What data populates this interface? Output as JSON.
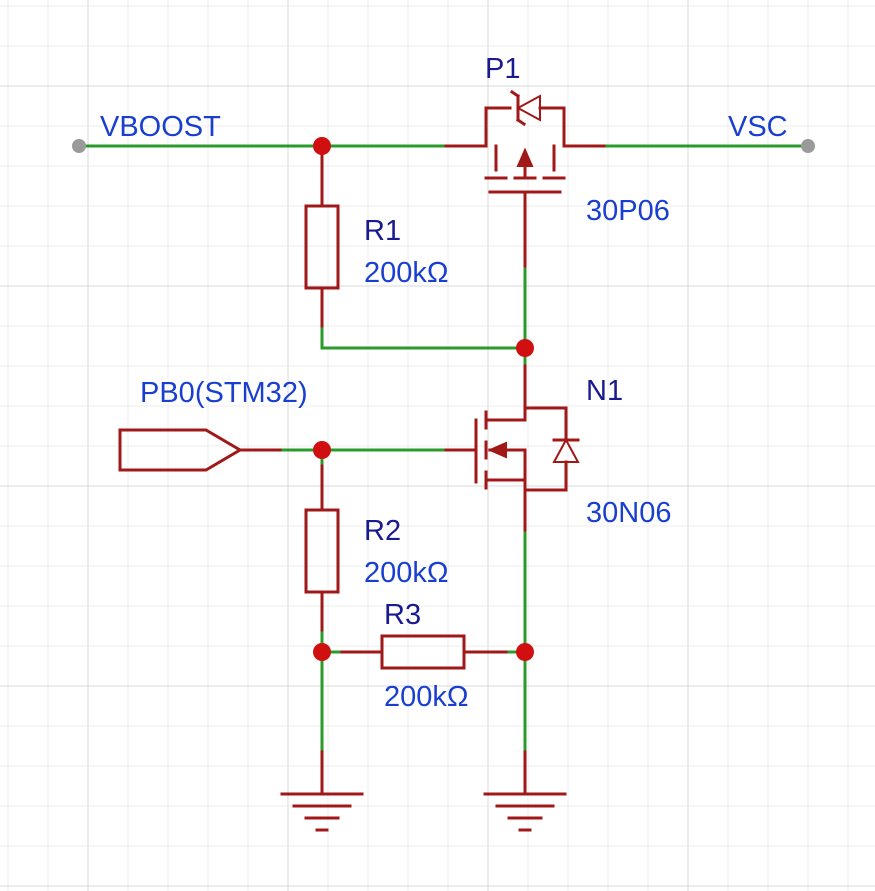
{
  "nets": {
    "vboost": "VBOOST",
    "vsc": "VSC",
    "pb0": "PB0(STM32)"
  },
  "components": {
    "p1": {
      "ref": "P1",
      "value": "30P06"
    },
    "n1": {
      "ref": "N1",
      "value": "30N06"
    },
    "r1": {
      "ref": "R1",
      "value": "200kΩ"
    },
    "r2": {
      "ref": "R2",
      "value": "200kΩ"
    },
    "r3": {
      "ref": "R3",
      "value": "200kΩ"
    }
  },
  "colors": {
    "wire": "#2a9a2a",
    "component": "#a01818",
    "junction": "#d01010",
    "net_label": "#1a3fd0",
    "ref_label": "#1a1a90",
    "grid": "#dadada"
  }
}
